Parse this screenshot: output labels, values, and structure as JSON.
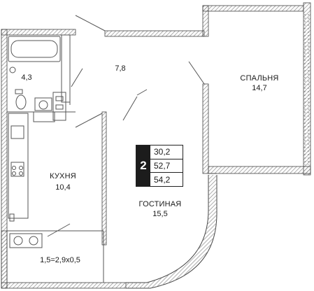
{
  "rooms": {
    "bathroom": {
      "area": "4,3"
    },
    "hallway": {
      "area": "7,8"
    },
    "bedroom": {
      "name": "СПАЛЬНЯ",
      "area": "14,7"
    },
    "kitchen": {
      "name": "КУХНЯ",
      "area": "10,4"
    },
    "living": {
      "name": "ГОСТИНАЯ",
      "area": "15,5"
    },
    "balcony": {
      "label": "1,5=2,9x0,5"
    }
  },
  "legend": {
    "rooms_count": "2",
    "living_area": "30,2",
    "total_area": "52,7",
    "area_with_balcony": "54,2"
  },
  "colors": {
    "wall": "#4a4a4a",
    "wall_hatch": "#9a9a9a",
    "line": "#555555",
    "legend_fill": "#1c1c1c"
  }
}
